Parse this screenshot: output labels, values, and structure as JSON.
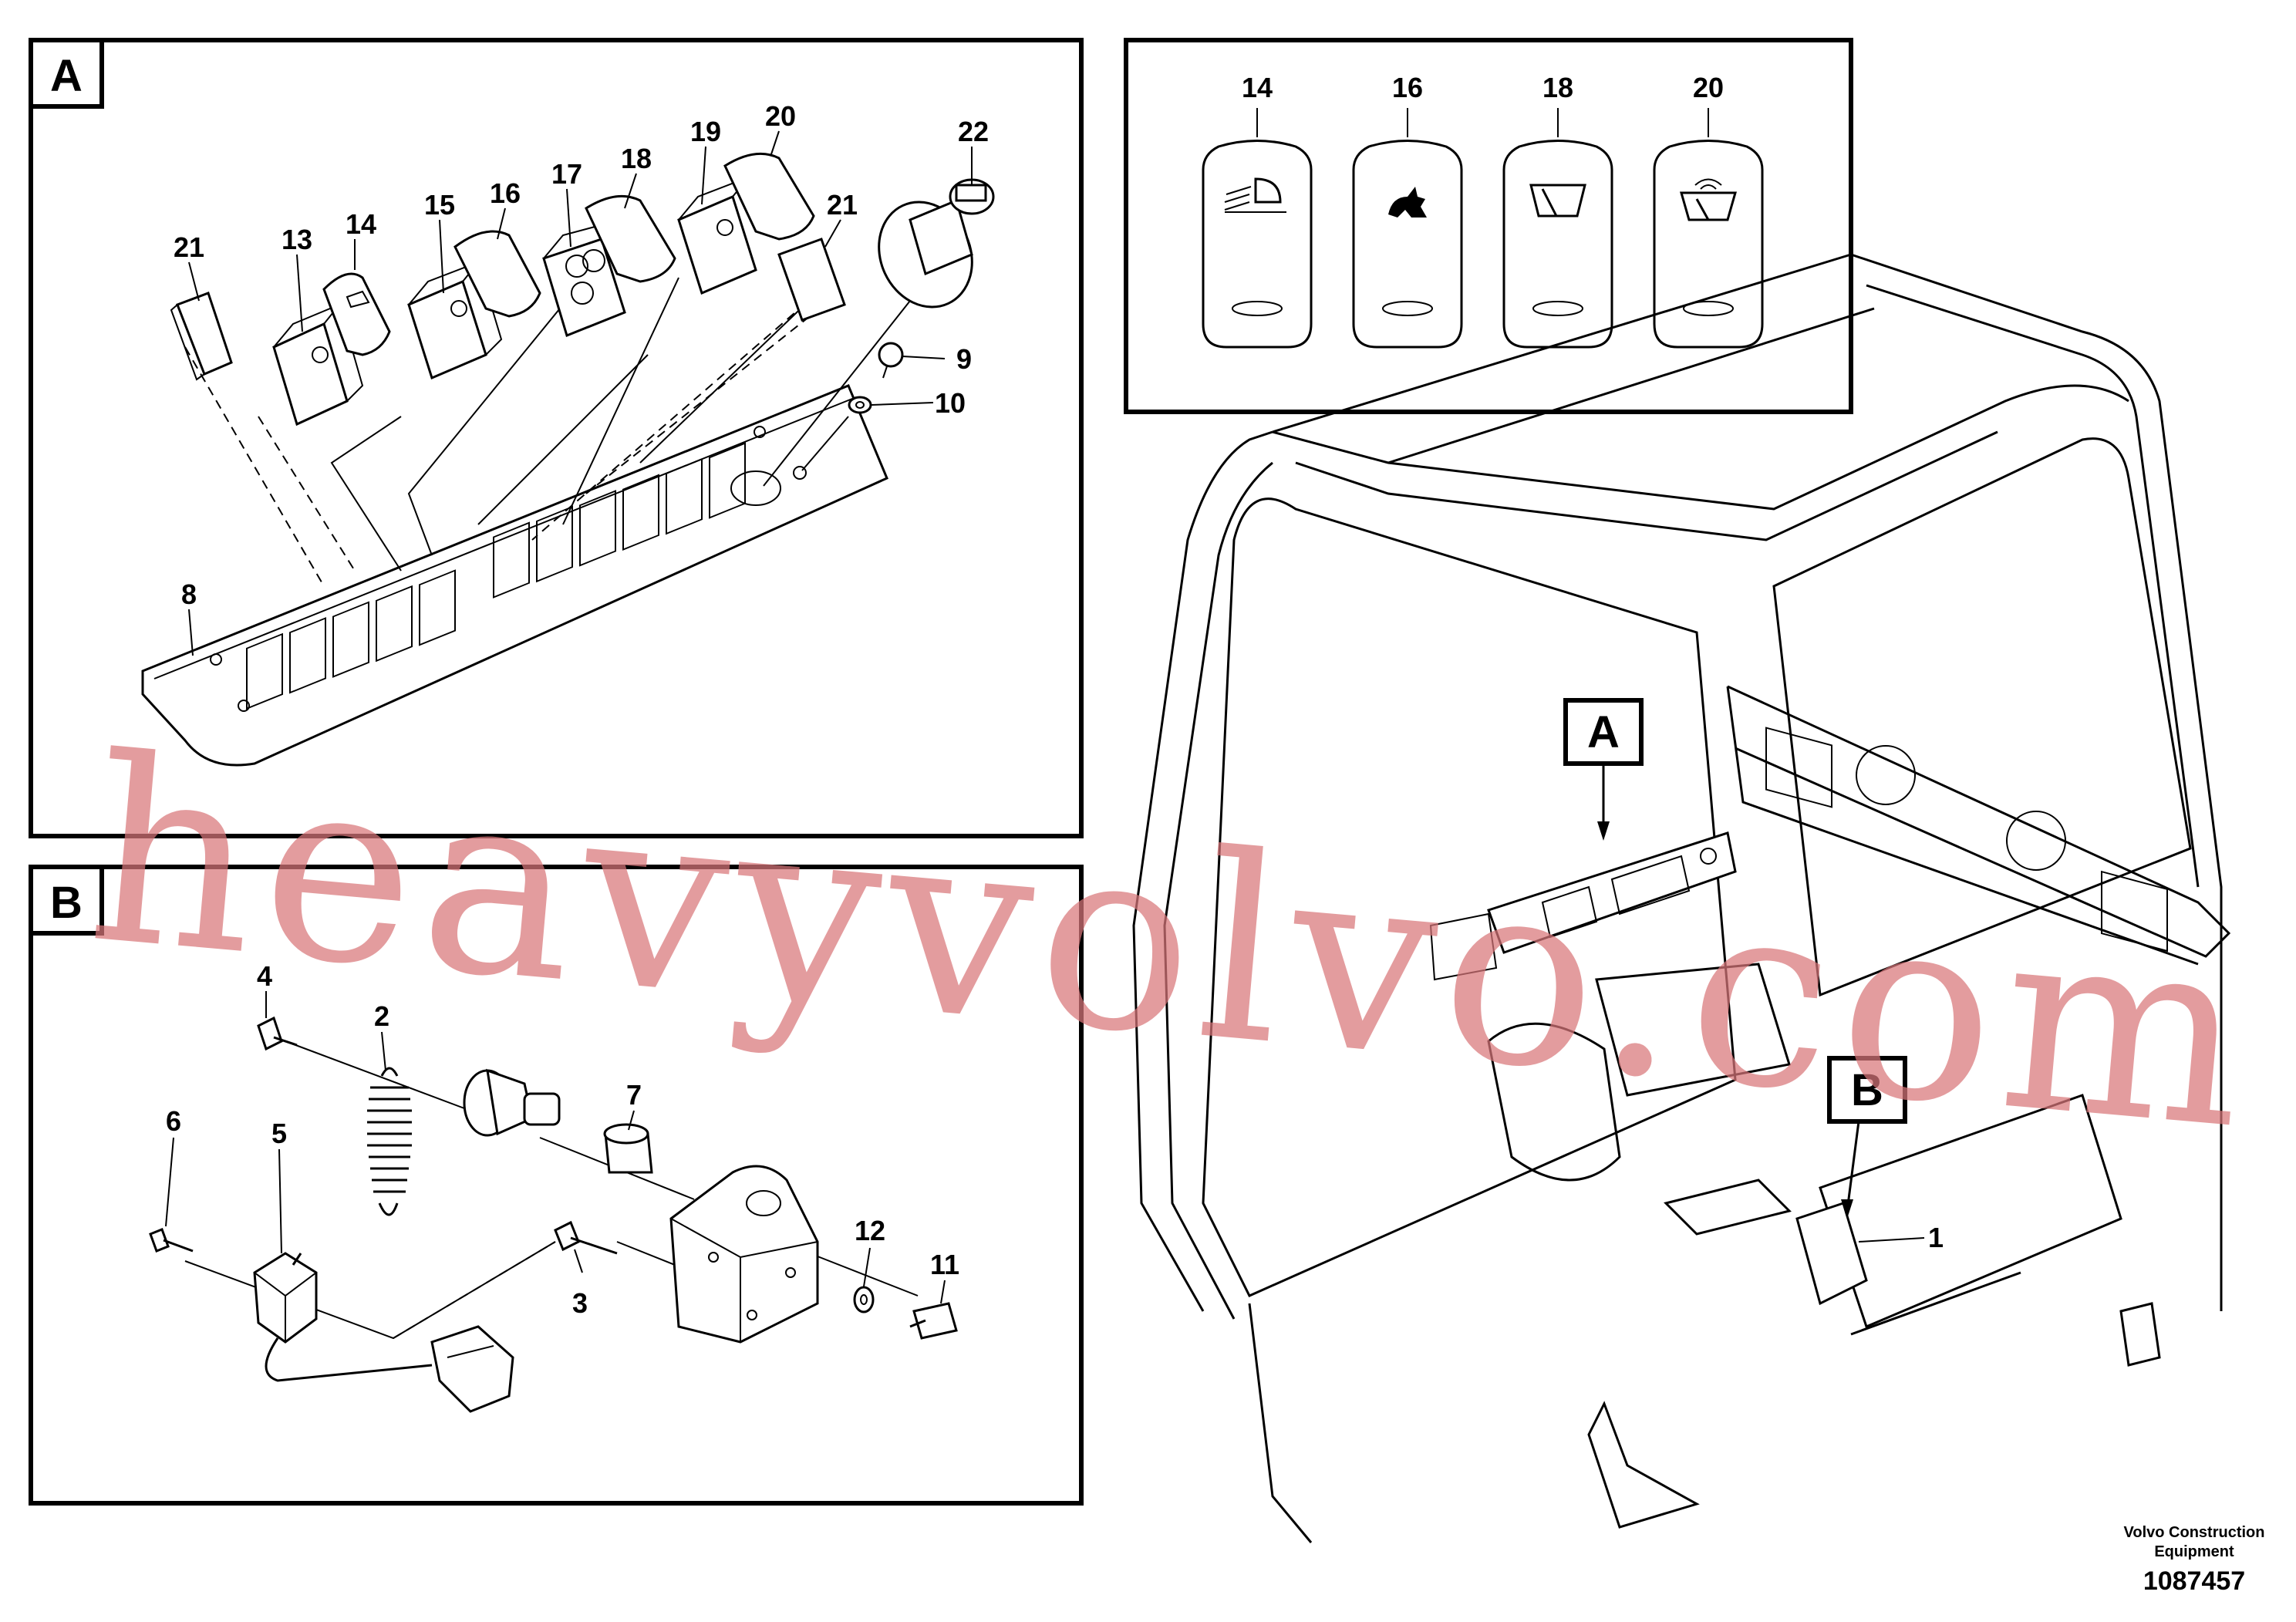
{
  "panels": {
    "a_label": "A",
    "b_label": "B"
  },
  "cab_labels": {
    "a_label": "A",
    "b_label": "B",
    "part_1": "1"
  },
  "switch_legend": [
    {
      "number": "14",
      "icon": "work-light-icon"
    },
    {
      "number": "16",
      "icon": "rabbit-speed-icon"
    },
    {
      "number": "18",
      "icon": "wiper-icon"
    },
    {
      "number": "20",
      "icon": "windshield-washer-icon"
    }
  ],
  "panel_a_callouts": [
    "21",
    "13",
    "14",
    "15",
    "16",
    "17",
    "18",
    "19",
    "20",
    "21",
    "22",
    "9",
    "10",
    "8"
  ],
  "panel_b_callouts": [
    "4",
    "2",
    "7",
    "6",
    "5",
    "12",
    "11",
    "3"
  ],
  "footer": {
    "company_line1": "Volvo Construction",
    "company_line2": "Equipment",
    "drawing_number": "1087457"
  },
  "watermark": "heavyvolvo.com"
}
